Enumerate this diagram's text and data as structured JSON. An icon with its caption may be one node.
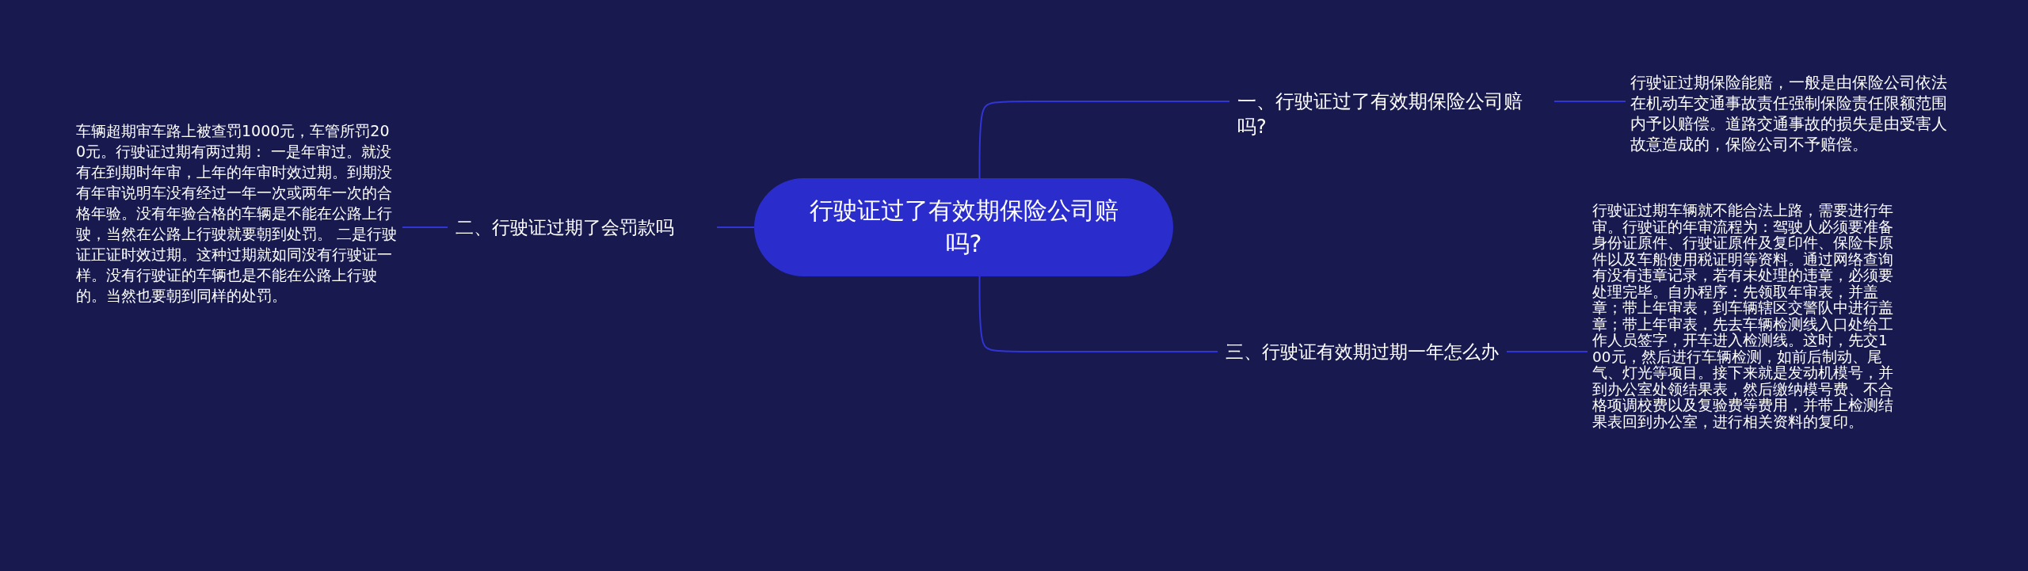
{
  "diagram": {
    "nodes": [
      {
        "text": [
          "行驶证过了有效期保险公司赔吗?"
        ]
      },
      {
        "text": [
          "一、行驶证过了有效期保险公司赔吗?"
        ]
      },
      {
        "text": [
          "行驶证过期保险能赔，一般是由保险公司依法在机动车交通事故责任强制保险责任限额范围内予以赔偿。道路交通事故的损失是由受害人故意造成的，保险公司不予赔偿。"
        ]
      },
      {
        "text": [
          "二、行驶证过期了会罚款吗"
        ]
      },
      {
        "text": [
          "车辆超期审车路上被查罚1000元，车管所罚200元。行驶证过期有两过期： 一是年审过。就没有在到期时年审，上年的年审时效过期。到期没有年审说明车没有经过一年一次或两年一次的合格年验。没有年验合格的车辆是不能在公路上行驶，当然在公路上行驶就要朝到处罚。 二是行驶证正证时效过期。这种过期就如同没有行驶证一样。没有行驶证的车辆也是不能在公路上行驶的。当然也要朝到同样的处罚。"
        ]
      },
      {
        "text": [
          "三、行驶证有效期过期一年怎么办"
        ]
      },
      {
        "text": [
          "行驶证过期车辆就不能合法上路，需要进行年审。行驶证的年审流程为：驾驶人必须要准备身份证原件、行驶证原件及复印件、保险卡原件以及车船使用税证明等资料。通过网络查询有没有违章记录，若有未处理的违章，必须要处理完毕。自办程序：先领取年审表，并盖章；带上年审表，到车辆辖区交警队中进行盖章；带上年审表，先去车辆检测线入口处给工作人员签字，开车进入检测线。这时，先交100元，然后进行车辆检测，如前后制动、尾气、灯光等项目。接下来就是发动机模号，并到办公室处领结果表，然后缴纳模号费、不合格项调校费以及复验费等费用，并带上检测结果表回到办公室，进行相关资料的复印。"
        ]
      }
    ],
    "edges": [
      {
        "from": 0,
        "to": 1,
        "arrow": "none"
      },
      {
        "from": 1,
        "to": 2,
        "arrow": "none"
      },
      {
        "from": 0,
        "to": 3,
        "arrow": "none"
      },
      {
        "from": 3,
        "to": 4,
        "arrow": "none"
      },
      {
        "from": 0,
        "to": 5,
        "arrow": "none"
      },
      {
        "from": 5,
        "to": 6,
        "arrow": "none"
      }
    ]
  }
}
